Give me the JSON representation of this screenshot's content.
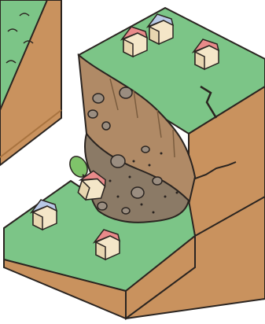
{
  "figure": {
    "subject": "landslide-cross-section",
    "colors": {
      "grass": "#7cc587",
      "grass_dark": "#5aa768",
      "earth": "#c9925e",
      "earth_dark": "#a8733f",
      "debris": "#8b7a66",
      "rock": "#9a8d80",
      "outline": "#2a2420",
      "roof_red": "#e98a8a",
      "roof_blue": "#b9c9e6",
      "wall": "#f4e6c8",
      "tree": "#7fc36a"
    },
    "houses": [
      {
        "roof": "red"
      },
      {
        "roof": "blue"
      },
      {
        "roof": "red"
      },
      {
        "roof": "red"
      },
      {
        "roof": "blue"
      },
      {
        "roof": "red"
      }
    ]
  }
}
